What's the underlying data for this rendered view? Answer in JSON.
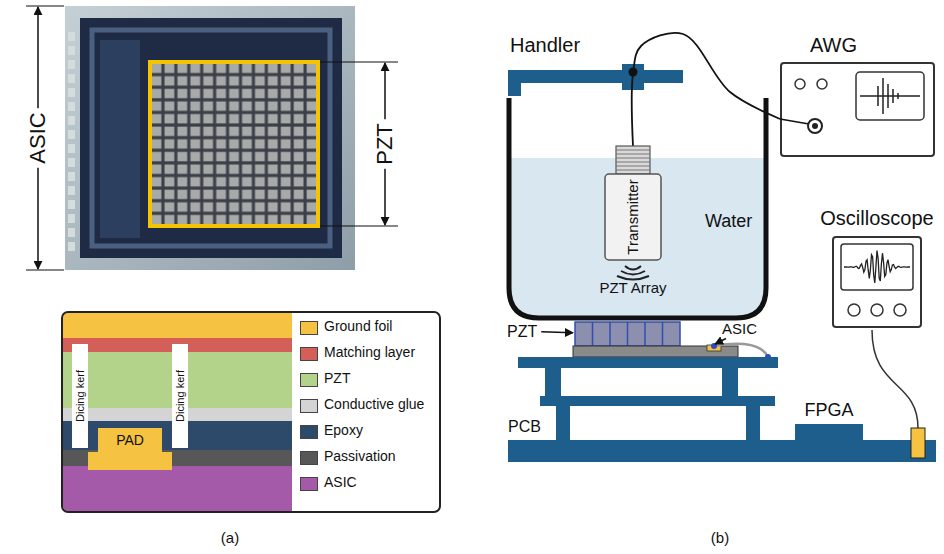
{
  "diagram": {
    "nodes": [
      {
        "text": [
          "PAD"
        ]
      },
      {
        "text": [
          "Dicing kerf"
        ]
      },
      {
        "text": [
          "Dicing kerf"
        ]
      },
      {
        "text": [
          "Water"
        ]
      },
      {
        "text": [
          "Transmitter"
        ],
        "in": 3
      },
      {
        "text": [
          "AWG"
        ]
      },
      {
        "text": [
          "Oscilloscope"
        ]
      },
      {
        "text": [
          "FPGA"
        ]
      }
    ],
    "edges": [
      {
        "from": 5,
        "to": 4,
        "arrow": "none"
      }
    ],
    "labels": [
      "ASIC",
      "PZT",
      "Handler",
      "PZT Array",
      "PZT",
      "ASIC",
      "PCB",
      "(a)",
      "(b)"
    ],
    "legend": [
      {
        "text": "Ground foil",
        "color": "#f5c242"
      },
      {
        "text": "Matching layer",
        "color": "#d35f58"
      },
      {
        "text": "PZT",
        "color": "#b3d38b"
      },
      {
        "text": "Conductive glue",
        "color": "#d4d4d4"
      },
      {
        "text": "Epoxy",
        "color": "#2d4a6b"
      },
      {
        "text": "Passivation",
        "color": "#575757"
      },
      {
        "text": "ASIC",
        "color": "#a45aa8"
      }
    ]
  }
}
